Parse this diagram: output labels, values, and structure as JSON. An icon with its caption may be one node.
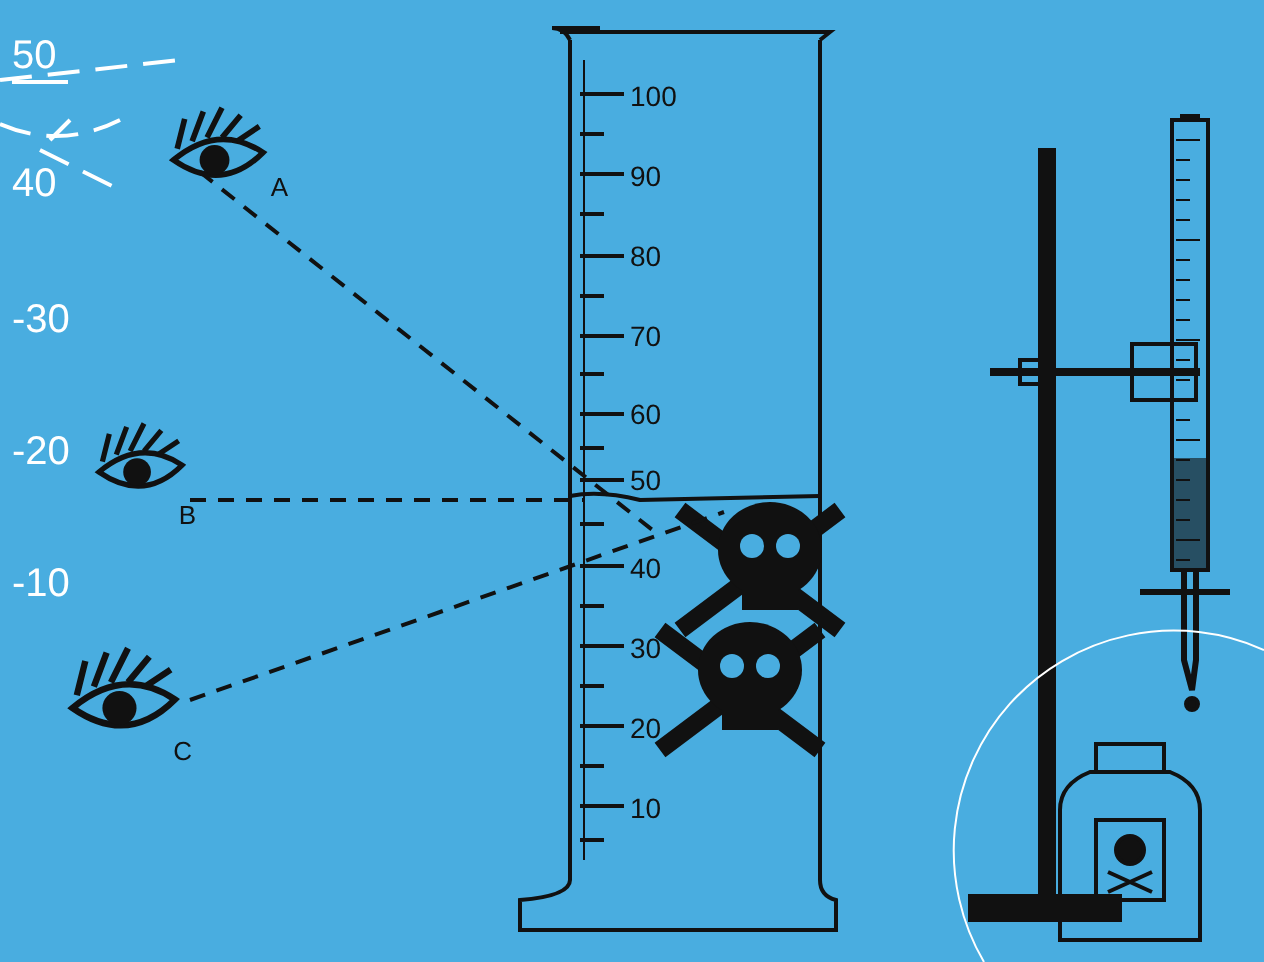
{
  "diagram": {
    "nodes": [
      {
        "text": [
          "A"
        ]
      },
      {
        "text": [
          "B"
        ]
      },
      {
        "text": [
          "C"
        ]
      }
    ],
    "edges": [
      {
        "from": 0,
        "to": null,
        "arrow": "none",
        "style": "dashed"
      },
      {
        "from": 1,
        "to": null,
        "arrow": "none",
        "style": "dashed"
      },
      {
        "from": 2,
        "to": null,
        "arrow": "none",
        "style": "dashed"
      }
    ],
    "labels": [
      "50",
      "40",
      "-30",
      "-20",
      "-10",
      "100",
      "90",
      "80",
      "70",
      "60",
      "50",
      "40",
      "30",
      "20",
      "10"
    ]
  }
}
